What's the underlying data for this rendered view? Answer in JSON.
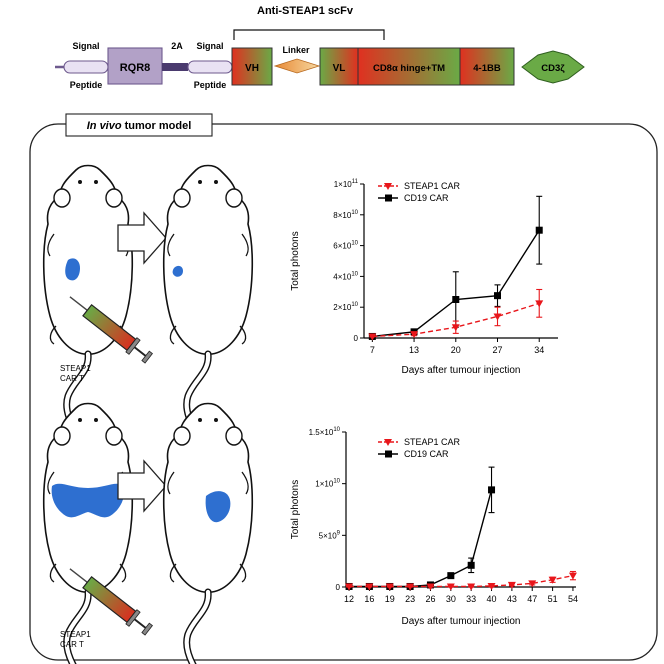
{
  "construct": {
    "scfv_label": "Anti-STEAP1 scFv",
    "signal1_top": "Signal",
    "signal1_bottom": "Peptide",
    "rqr8": "RQR8",
    "linker_2a": "2A",
    "signal2_top": "Signal",
    "signal2_bottom": "Peptide",
    "vh": "VH",
    "linker": "Linker",
    "vl": "VL",
    "hinge": "CD8α hinge+TM",
    "costim": "4-1BB",
    "cd3z": "CD3ζ"
  },
  "panel": {
    "title_italic": "In vivo",
    "title_rest": " tumor model"
  },
  "syringe_label": [
    "STEAP1",
    "CAR T"
  ],
  "colors": {
    "box_purple": "#b2a1c7",
    "gradient_red": "#e03020",
    "gradient_green": "#6aaa46",
    "tumor_blue": "#2e6fd0",
    "steap1_series": "#e8161b",
    "cd19_series": "#000000"
  },
  "chart_data": [
    {
      "type": "line",
      "ylabel": "Total photons",
      "xlabel": "Days after tumour injection",
      "x": [
        7,
        13,
        20,
        27,
        34
      ],
      "ylim": [
        0,
        100000000000
      ],
      "yticks": [
        0,
        20000000000,
        40000000000,
        60000000000,
        80000000000,
        100000000000
      ],
      "ytick_labels": [
        {
          "mant": "0",
          "exp": ""
        },
        {
          "mant": "2×10",
          "exp": "10"
        },
        {
          "mant": "4×10",
          "exp": "10"
        },
        {
          "mant": "6×10",
          "exp": "10"
        },
        {
          "mant": "8×10",
          "exp": "10"
        },
        {
          "mant": "1×10",
          "exp": "11"
        }
      ],
      "legend": "top-left",
      "series": [
        {
          "name": "STEAP1 CAR",
          "style": "dashed",
          "marker": "triangle-down",
          "color": "#e8161b",
          "values": [
            1000000000,
            2500000000,
            7000000000,
            14000000000,
            22500000000
          ],
          "errors": [
            300000000,
            1000000000,
            4000000000,
            6000000000,
            9000000000
          ]
        },
        {
          "name": "CD19 CAR",
          "style": "solid",
          "marker": "square",
          "color": "#000000",
          "values": [
            1000000000,
            4000000000,
            25000000000,
            27500000000,
            70000000000
          ],
          "errors": [
            300000000,
            1000000000,
            18000000000,
            7000000000,
            22000000000
          ]
        }
      ]
    },
    {
      "type": "line",
      "ylabel": "Total photons",
      "xlabel": "Days after tumour injection",
      "x": [
        12,
        16,
        19,
        23,
        26,
        30,
        33,
        40,
        43,
        47,
        51,
        54
      ],
      "ylim": [
        0,
        15000000000
      ],
      "yticks": [
        0,
        5000000000,
        10000000000,
        15000000000
      ],
      "ytick_labels": [
        {
          "mant": "0",
          "exp": ""
        },
        {
          "mant": "5×10",
          "exp": "9"
        },
        {
          "mant": "1×10",
          "exp": "10"
        },
        {
          "mant": "1.5×10",
          "exp": "10"
        }
      ],
      "legend": "top-left",
      "series": [
        {
          "name": "STEAP1 CAR",
          "style": "dashed",
          "marker": "triangle-down",
          "color": "#e8161b",
          "values": [
            50000000,
            50000000,
            50000000,
            50000000,
            50000000,
            50000000,
            50000000,
            100000000,
            200000000,
            350000000,
            700000000,
            1100000000
          ],
          "errors": [
            50000000,
            50000000,
            50000000,
            50000000,
            50000000,
            50000000,
            50000000,
            80000000,
            100000000,
            150000000,
            250000000,
            400000000
          ]
        },
        {
          "name": "CD19 CAR",
          "style": "solid",
          "marker": "square",
          "color": "#000000",
          "values": [
            50000000,
            50000000,
            50000000,
            50000000,
            200000000,
            1100000000,
            2100000000,
            9400000000
          ],
          "errors": [
            50000000,
            50000000,
            50000000,
            50000000,
            100000000,
            250000000,
            700000000,
            2200000000
          ]
        }
      ]
    }
  ]
}
